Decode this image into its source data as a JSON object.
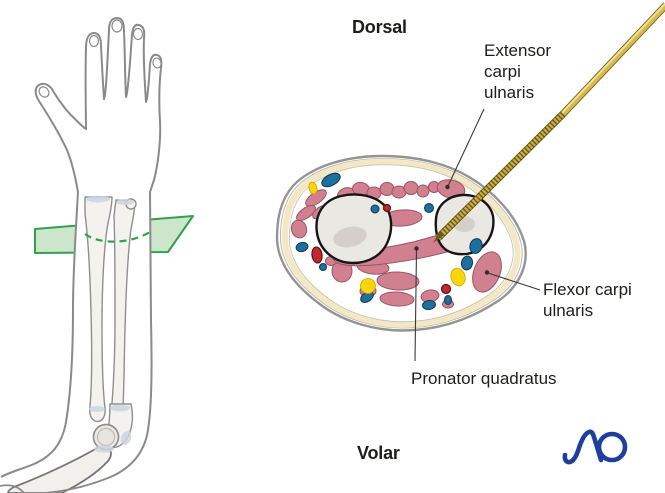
{
  "figure": {
    "orientation_labels": {
      "top": "Dorsal",
      "bottom": "Volar"
    },
    "annotations": {
      "extensor_carpi_ulnaris": "Extensor carpi ulnaris",
      "flexor_carpi_ulnaris": "Flexor carpi ulnaris",
      "pronator_quadratus": "Pronator quadratus"
    },
    "logo_text": "AO",
    "palette": {
      "muscle_pink": "#d0808f",
      "muscle_outline": "#9c5464",
      "bone_fill": "#eae8e2",
      "bone_shadow": "#d4d0c9",
      "fat_ring_cream": "#f2e8c5",
      "skin_gray": "#949494",
      "vessel_blue": "#1d6fa0",
      "artery_red": "#c2282f",
      "nerve_yellow": "#fbd40b",
      "wire_gold": "#d2b44c",
      "section_plane_green": "#33a04d",
      "logo_blue": "#1e3f9f",
      "text_color": "#1d1d1b",
      "sketch_outline_gray": "#8a8a8a"
    }
  }
}
